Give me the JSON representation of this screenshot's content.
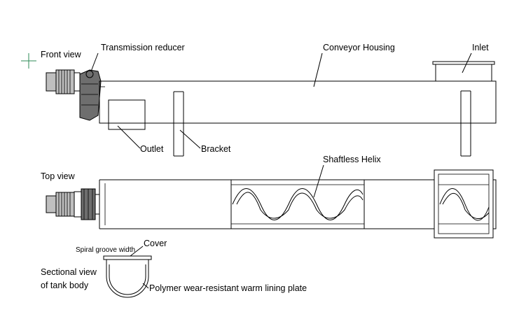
{
  "labels": {
    "front_view": "Front view",
    "transmission_reducer": "Transmission reducer",
    "conveyor_housing": "Conveyor Housing",
    "inlet": "Inlet",
    "outlet": "Outlet",
    "bracket": "Bracket",
    "top_view": "Top view",
    "shaftless_helix": "Shaftless Helix",
    "spiral_groove_width": "Spiral groove width",
    "cover": "Cover",
    "sectional_view_line1": "Sectional view",
    "sectional_view_line2": "of tank body",
    "lining_plate": "Polymer wear-resistant warm lining plate"
  },
  "colors": {
    "line": "#000000",
    "crosshair": "#2e8b57",
    "motor_shade": "#bfbfbf",
    "gearbox_shade": "#6e6e6e",
    "background": "#ffffff"
  },
  "icons": {
    "crosshair": "crosshair-icon"
  }
}
